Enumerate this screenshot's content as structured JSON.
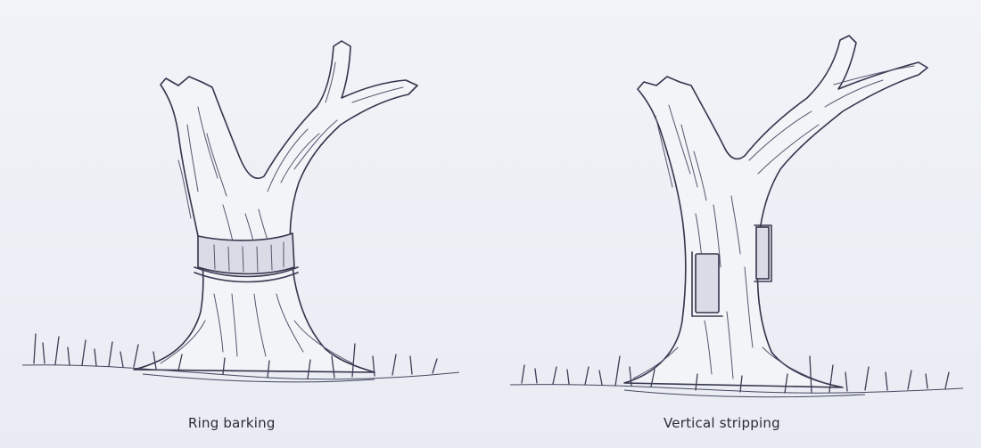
{
  "figures": [
    {
      "id": "ring-barking",
      "caption": "Ring barking"
    },
    {
      "id": "vertical-stripping",
      "caption": "Vertical stripping"
    }
  ],
  "colors": {
    "paper": "#eef1f6",
    "ink": "#34344c",
    "wound": "#d9dce6"
  }
}
